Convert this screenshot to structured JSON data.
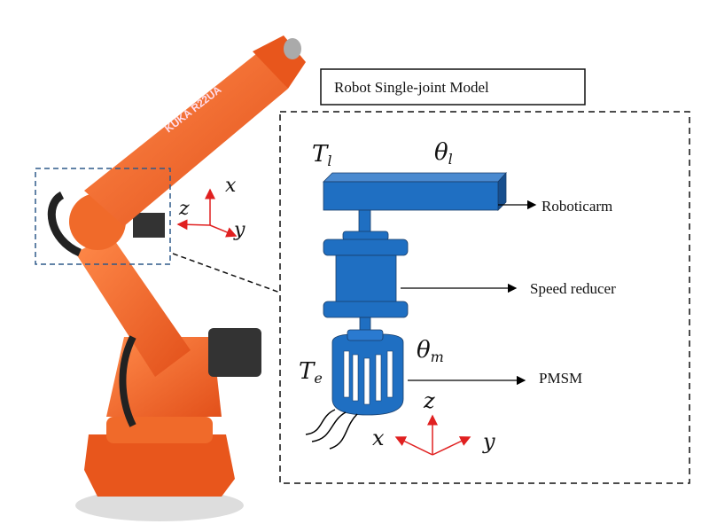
{
  "title": "Robot Single-joint Model",
  "robot_logo": {
    "brand": "KUKA",
    "model": "R22UA"
  },
  "robot_axes": {
    "x": "x",
    "y": "y",
    "z": "z"
  },
  "model_axes": {
    "x": "x",
    "y": "y",
    "z": "z"
  },
  "symbols": {
    "load_torque": "T",
    "load_torque_sub": "l",
    "load_angle": "θ",
    "load_angle_sub": "l",
    "motor_torque": "T",
    "motor_torque_sub": "e",
    "motor_angle": "θ",
    "motor_angle_sub": "m"
  },
  "components": {
    "arm": "Roboticarm",
    "reducer": "Speed reducer",
    "motor": "PMSM"
  },
  "colors": {
    "robot": "#f2621f",
    "component": "#1f6fc2",
    "axis": "#e02020",
    "highlight_box": "#2f5a8a"
  }
}
